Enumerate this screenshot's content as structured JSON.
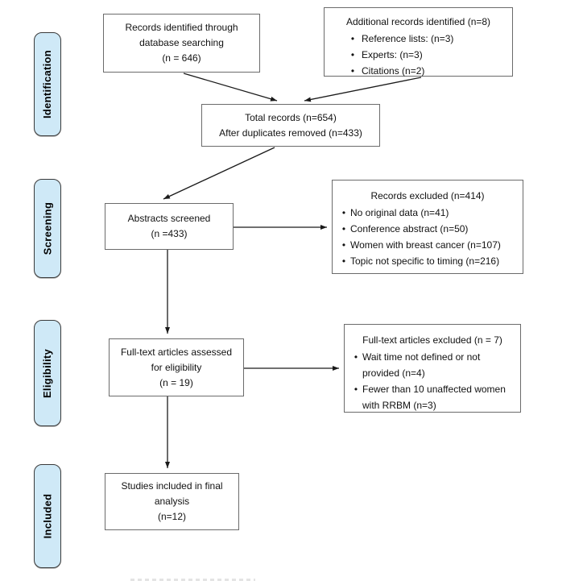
{
  "diagram_type": "PRISMA flow diagram",
  "colors": {
    "stage_fill": "#cfe9f7",
    "stage_border": "#3a3a3a",
    "box_border": "#6b6b6b",
    "arrow": "#1a1a1a",
    "text": "#111111"
  },
  "stages": [
    {
      "label": "Identification"
    },
    {
      "label": "Screening"
    },
    {
      "label": "Eligibility"
    },
    {
      "label": "Included"
    }
  ],
  "boxes": {
    "records_identified": {
      "lines": [
        "Records identified through",
        "database searching",
        "(n = 646)"
      ]
    },
    "additional_records": {
      "title": "Additional records identified (n=8)",
      "bullets": [
        "Reference lists: (n=3)",
        "Experts: (n=3)",
        "Citations (n=2)"
      ]
    },
    "total_records": {
      "lines": [
        "Total records (n=654)",
        "After duplicates removed (n=433)"
      ]
    },
    "abstracts_screened": {
      "lines": [
        "Abstracts screened",
        "(n =433)"
      ]
    },
    "records_excluded": {
      "title": "Records excluded (n=414)",
      "bullets": [
        "No original data (n=41)",
        "Conference abstract (n=50)",
        "Women with breast cancer (n=107)",
        "Topic not specific to timing (n=216)"
      ]
    },
    "fulltext_assessed": {
      "lines": [
        "Full-text articles assessed",
        "for eligibility",
        "(n = 19)"
      ]
    },
    "fulltext_excluded": {
      "title": "Full-text articles excluded (n = 7)",
      "bullets": [
        "Wait time not defined or not provided (n=4)",
        "Fewer than 10 unaffected women with RRBM (n=3)"
      ]
    },
    "studies_included": {
      "lines": [
        "Studies included in final",
        "analysis",
        "(n=12)"
      ]
    }
  }
}
